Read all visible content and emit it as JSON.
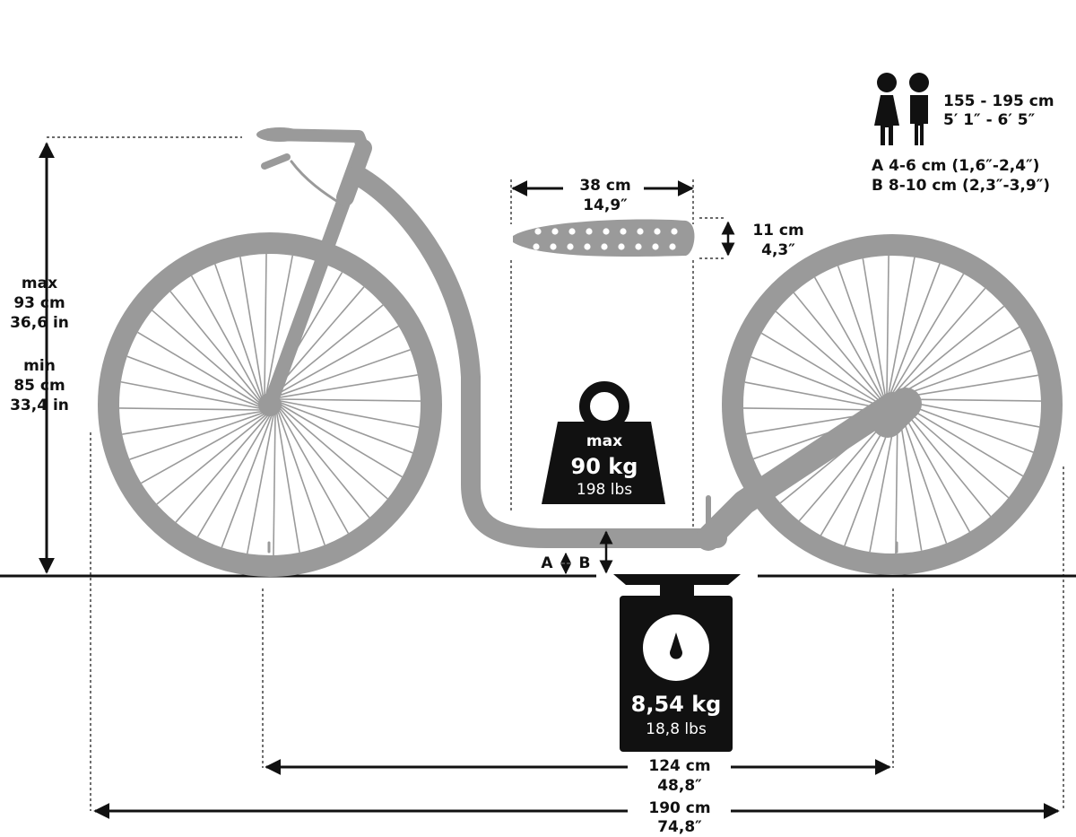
{
  "rider": {
    "height_cm": "155 - 195 cm",
    "height_ft": "5′ 1″ - 6′ 5″",
    "clearance_a": "A 4-6 cm (1,6″-2,4″)",
    "clearance_b": "B 8-10 cm (2,3″-3,9″)",
    "icon": "people-icon"
  },
  "handlebar": {
    "max_label": "max",
    "max_cm": "93 cm",
    "max_in": "36,6 in",
    "min_label": "min",
    "min_cm": "85 cm",
    "min_in": "33,4 in"
  },
  "deck": {
    "length_cm": "38 cm",
    "length_in": "14,9″",
    "width_cm": "11 cm",
    "width_in": "4,3″"
  },
  "max_load": {
    "label": "max",
    "kg": "90 kg",
    "lbs": "198 lbs",
    "icon": "weight-icon"
  },
  "scooter_weight": {
    "kg": "8,54 kg",
    "lbs": "18,8 lbs",
    "icon": "scale-icon"
  },
  "ground_clearance": {
    "a": "A",
    "b": "B"
  },
  "wheelbase": {
    "cm": "124 cm",
    "in": "48,8″"
  },
  "total_length": {
    "cm": "190 cm",
    "in": "74,8″"
  },
  "colors": {
    "frame": "#9a9a9a",
    "ink": "#111111",
    "background": "#ffffff"
  }
}
